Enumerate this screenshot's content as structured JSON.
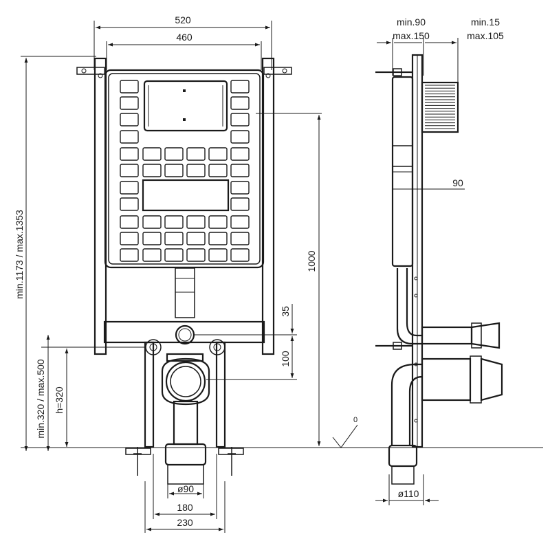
{
  "dimensions": {
    "width_520": "520",
    "width_460": "460",
    "height_range": "min.1173 / max.1353",
    "height_1000": "1000",
    "dim_35": "35",
    "dim_100": "100",
    "outlet_range": "min.320 / max.500",
    "outlet_h": "h=320",
    "dia_90": "ø90",
    "dim_180": "180",
    "dim_230": "230",
    "side_min90": "min.90",
    "side_max150": "max.150",
    "side_min15": "min.15",
    "side_max105": "max.105",
    "side_90": "90",
    "dia_110": "ø110",
    "floor_zero": "0"
  }
}
